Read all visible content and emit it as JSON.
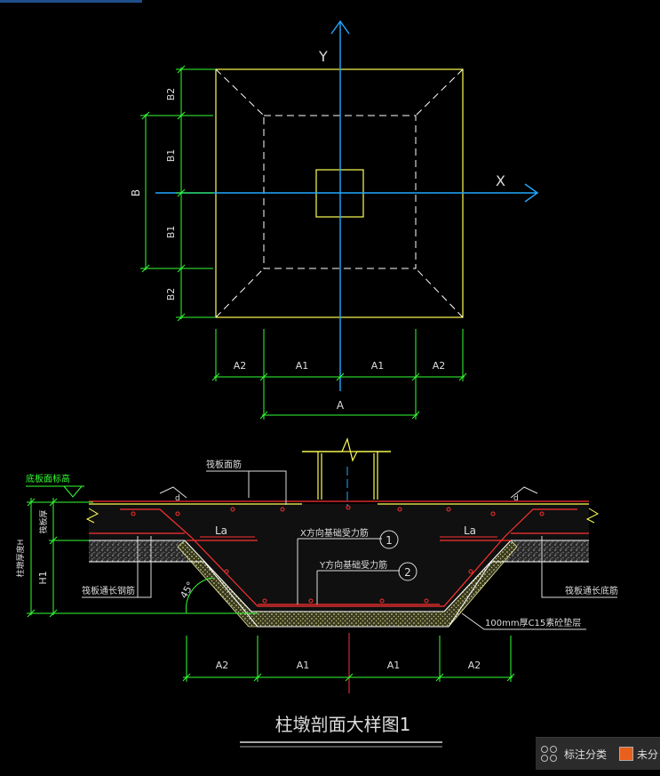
{
  "plan": {
    "axis_x": "X",
    "axis_y": "Y",
    "dim_b_outer": "B2",
    "dim_b_inner": "B1",
    "dim_b_total": "B",
    "dim_a_outer": "A2",
    "dim_a_inner": "A1",
    "dim_a_total": "A"
  },
  "section": {
    "raft_top_rebar": "筏板面筋",
    "raft_bottom_elev": "底板面标高",
    "raft_thickness": "筏板厚",
    "pier_height_h": "柱墩厚度H",
    "h1": "H1",
    "la": "La",
    "x_rebar": "X方向基础受力筋",
    "y_rebar": "Y方向基础受力筋",
    "marker_1": "1",
    "marker_2": "2",
    "raft_bottom_long_left": "筏板通长钢筋",
    "raft_bottom_long_right": "筏板通长底筋",
    "angle": "45°",
    "cushion": "100mm厚C15素砼垫层",
    "dim_a2": "A2",
    "dim_a1": "A1",
    "title": "柱墩剖面大样图1"
  },
  "toolbar": {
    "classify_label": "标注分类",
    "unclassified_label": "未分"
  }
}
